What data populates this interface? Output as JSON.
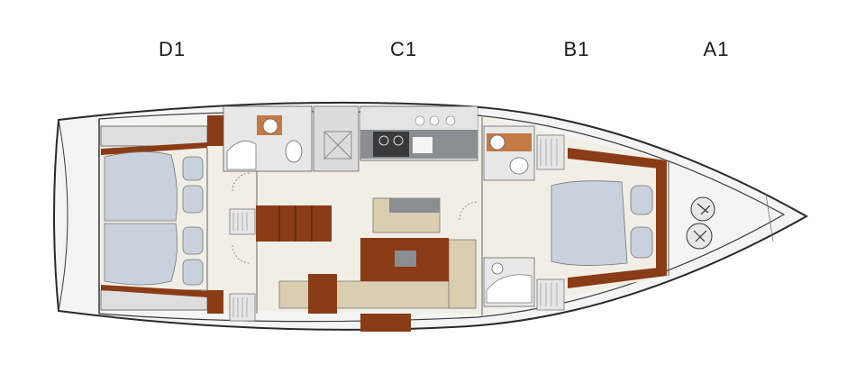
{
  "zones": [
    {
      "id": "D",
      "label": "D1"
    },
    {
      "id": "C",
      "label": "C1"
    },
    {
      "id": "B",
      "label": "B1"
    },
    {
      "id": "A",
      "label": "A1"
    }
  ],
  "colors": {
    "wood": "#8a3c16",
    "wood_light": "#c47a45",
    "floor": "#f1eee5",
    "hull_outline": "#2a2a2a",
    "bed": "#c9d1dc",
    "sofa": "#d9ceb0",
    "counter": "#8a8d91",
    "cabinet_grey": "#d8d8d8"
  }
}
